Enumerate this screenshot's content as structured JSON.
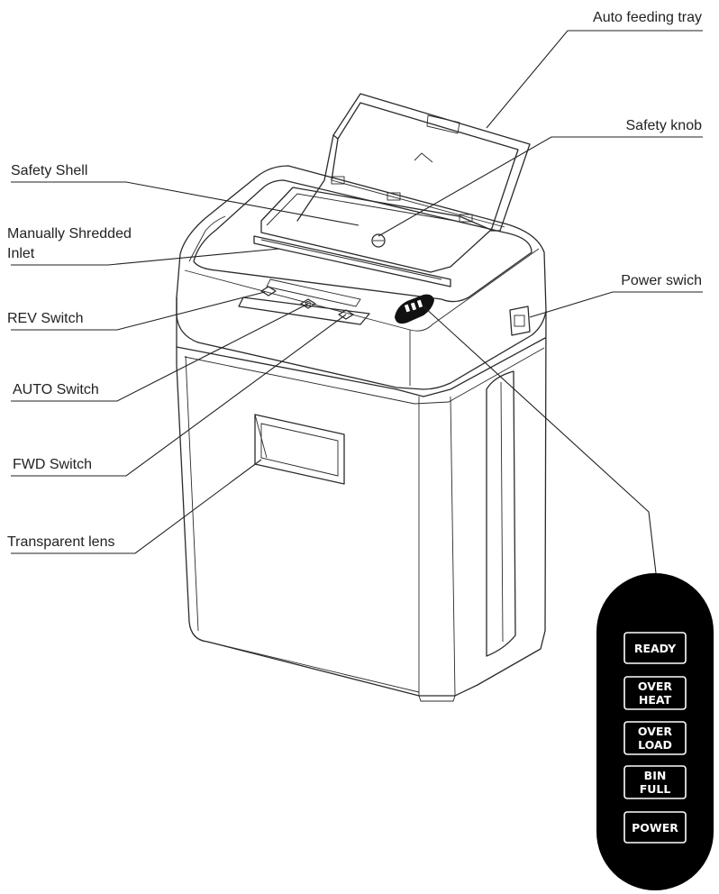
{
  "labels": {
    "auto_feeding_tray": "Auto feeding tray",
    "safety_knob": "Safety knob",
    "safety_shell": "Safety Shell",
    "manual_inlet_line1": "Manually Shredded",
    "manual_inlet_line2": "Inlet",
    "power_switch": "Power swich",
    "rev_switch": "REV Switch",
    "auto_switch": "AUTO Switch",
    "fwd_switch": "FWD Switch",
    "transparent_lens": "Transparent lens"
  },
  "indicator_panel": {
    "ready": "READY",
    "over_heat_line1": "OVER",
    "over_heat_line2": "HEAT",
    "over_load_line1": "OVER",
    "over_load_line2": "LOAD",
    "bin_full_line1": "BIN",
    "bin_full_line2": "FULL",
    "power": "POWER"
  },
  "colors": {
    "line": "#2b2b2b",
    "panel": "#000000",
    "background": "#ffffff"
  }
}
